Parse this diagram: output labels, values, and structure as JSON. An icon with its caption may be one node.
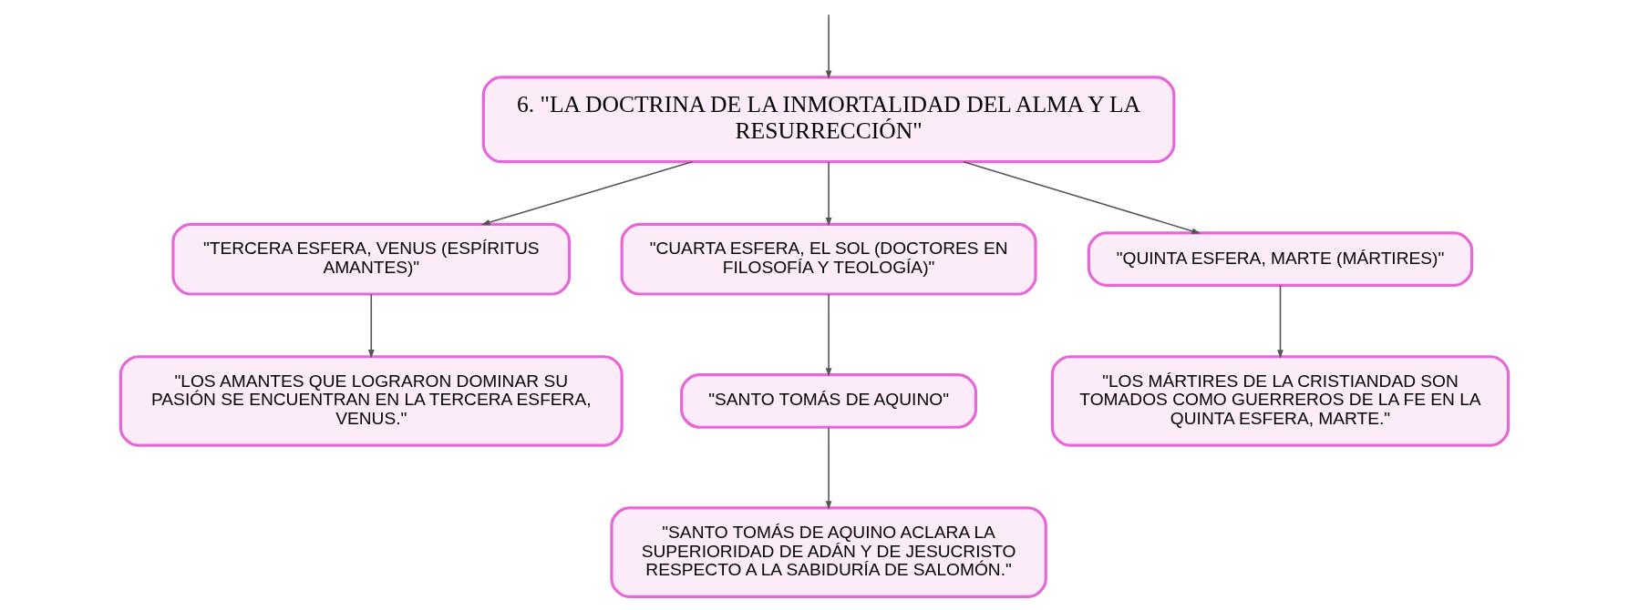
{
  "diagram": {
    "nodes": [
      {
        "text": [
          "6. \"LA DOCTRINA DE LA INMORTALIDAD DEL ALMA Y LA RESURRECCIÓN\""
        ]
      },
      {
        "text": [
          "\"TERCERA ESFERA, VENUS (ESPÍRITUS AMANTES)\""
        ]
      },
      {
        "text": [
          "\"CUARTA ESFERA, EL SOL (DOCTORES EN FILOSOFÍA Y TEOLOGÍA)\""
        ]
      },
      {
        "text": [
          "\"QUINTA ESFERA, MARTE (MÁRTIRES)\""
        ]
      },
      {
        "text": [
          "\"LOS AMANTES QUE LOGRARON DOMINAR SU PASIÓN SE ENCUENTRAN EN LA TERCERA ESFERA, VENUS.\""
        ]
      },
      {
        "text": [
          "\"SANTO TOMÁS DE AQUINO\""
        ]
      },
      {
        "text": [
          "\"SANTO TOMÁS DE AQUINO ACLARA LA SUPERIORIDAD DE ADÁN Y DE JESUCRISTO RESPECTO A LA SABIDURÍA DE SALOMÓN.\""
        ]
      },
      {
        "text": [
          "\"LOS MÁRTIRES DE LA CRISTIANDAD SON TOMADOS COMO GUERREROS DE LA FE EN LA QUINTA ESFERA, MARTE.\""
        ]
      }
    ],
    "edges": [
      {
        "from": null,
        "to": 0,
        "arrow": "to"
      },
      {
        "from": 0,
        "to": 1,
        "arrow": "to"
      },
      {
        "from": 0,
        "to": 2,
        "arrow": "to"
      },
      {
        "from": 0,
        "to": 3,
        "arrow": "to"
      },
      {
        "from": 1,
        "to": 4,
        "arrow": "to"
      },
      {
        "from": 2,
        "to": 5,
        "arrow": "to"
      },
      {
        "from": 5,
        "to": 6,
        "arrow": "to"
      },
      {
        "from": 3,
        "to": 7,
        "arrow": "to"
      }
    ]
  }
}
